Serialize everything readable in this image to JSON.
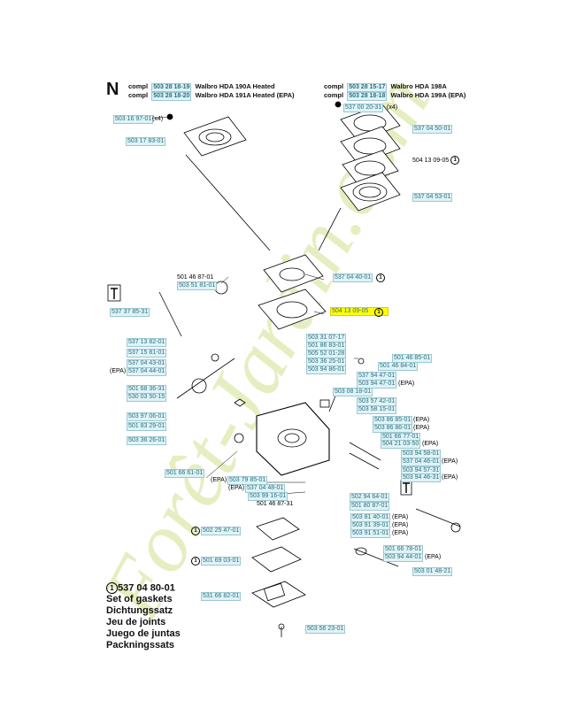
{
  "header": {
    "section_letter": "N",
    "left": [
      {
        "prefix": "compl",
        "part": "503 28 18-19",
        "desc": "Walbro HDA 190A Heated"
      },
      {
        "prefix": "compl",
        "part": "503 28 18-20",
        "desc": "Walbro HDA 191A Heated (EPA)"
      }
    ],
    "right": [
      {
        "prefix": "compl",
        "part": "503 28 15-17",
        "desc": "Walbro HDA 198A"
      },
      {
        "prefix": "compl",
        "part": "503 28 18-18",
        "desc": "Walbro HDA 199A (EPA)"
      }
    ]
  },
  "parts": {
    "p01": "503 16 97-01",
    "p01s": "(x4)",
    "p02": "503 17 83-01",
    "p03": "537 00 20-31",
    "p03s": "(x4)",
    "p04": "537 04 50-01",
    "p05": "504 13 09-05",
    "p06": "537 04 53-01",
    "p07": "501 46 87-01",
    "p08": "503 51 81-01",
    "p09": "537 04 40-01",
    "p10": "537 37 85-31",
    "p11": "504 13 09-05",
    "p12": "537 13 82-01",
    "p13": "537 15 81-01",
    "p14": "537 04 43-01",
    "p15": "537 04 44-01",
    "p15s": "(EPA)",
    "p16": "501 68 36-31",
    "p17": "530 03 50-15",
    "p18": "503 97 06-01",
    "p19": "501 83 29-01",
    "p20": "503 36 26-01",
    "p21": "503 31 07-17",
    "p22": "501 86 83-01",
    "p23": "505 52 01-28",
    "p24": "503 36 25-01",
    "p25": "503 94 86-01",
    "p26": "501 46 85-01",
    "p27": "501 46 84-01",
    "p28": "537 94 47-01",
    "p29": "503 94 47-01",
    "p29s": "(EPA)",
    "p30": "503 08 18-01",
    "p31": "503 57 42-01",
    "p32": "503 58 15-01",
    "p33": "503 86 85-01",
    "p33s": "(EPA)",
    "p34": "503 86 86-01",
    "p34s": "(EPA)",
    "p35": "501 66 77-01",
    "p36": "504 21 03-50",
    "p36s": "(EPA)",
    "p37": "503 94 58-01",
    "p38": "537 04 46-01",
    "p38s": "(EPA)",
    "p39": "503 94 57-31",
    "p40": "503 94 46-31",
    "p40s": "(EPA)",
    "p41": "501 66 61-01",
    "p42": "503 79 85-01",
    "p42s": "(EPA)",
    "p43": "537 04 48-01",
    "p43s": "(EPA)",
    "p44": "503 99 16-01",
    "p45": "501 46 87-31",
    "p46": "502 94 64-01",
    "p47": "501 80 87-01",
    "p48": "503 81 40-01",
    "p48s": "(EPA)",
    "p49": "503 91 39-01",
    "p49s": "(EPA)",
    "p50": "503 91 51-01",
    "p50s": "(EPA)",
    "p51": "502 25 47-01",
    "p52": "501 69 03-01",
    "p53": "501 66 78-01",
    "p54": "503 94 44-01",
    "p54s": "(EPA)",
    "p55": "503 01 48-21",
    "p56": "531 66 82-01",
    "p57": "503 56 23-01"
  },
  "legend": {
    "marker": "1",
    "part": "537 04 80-01",
    "lines": [
      "Set of gaskets",
      "Dichtungssatz",
      "Jeu de joints",
      "Juego de juntas",
      "Packningssats"
    ]
  },
  "marker_symbol": "1",
  "watermark": "Forêt-Jardin.com",
  "colors": {
    "label_bg": "#dff3f7",
    "label_text": "#2b6f80",
    "highlight": "#ffff00",
    "watermark_orange": "#f2b48a",
    "watermark_green": "#cfe08c"
  }
}
